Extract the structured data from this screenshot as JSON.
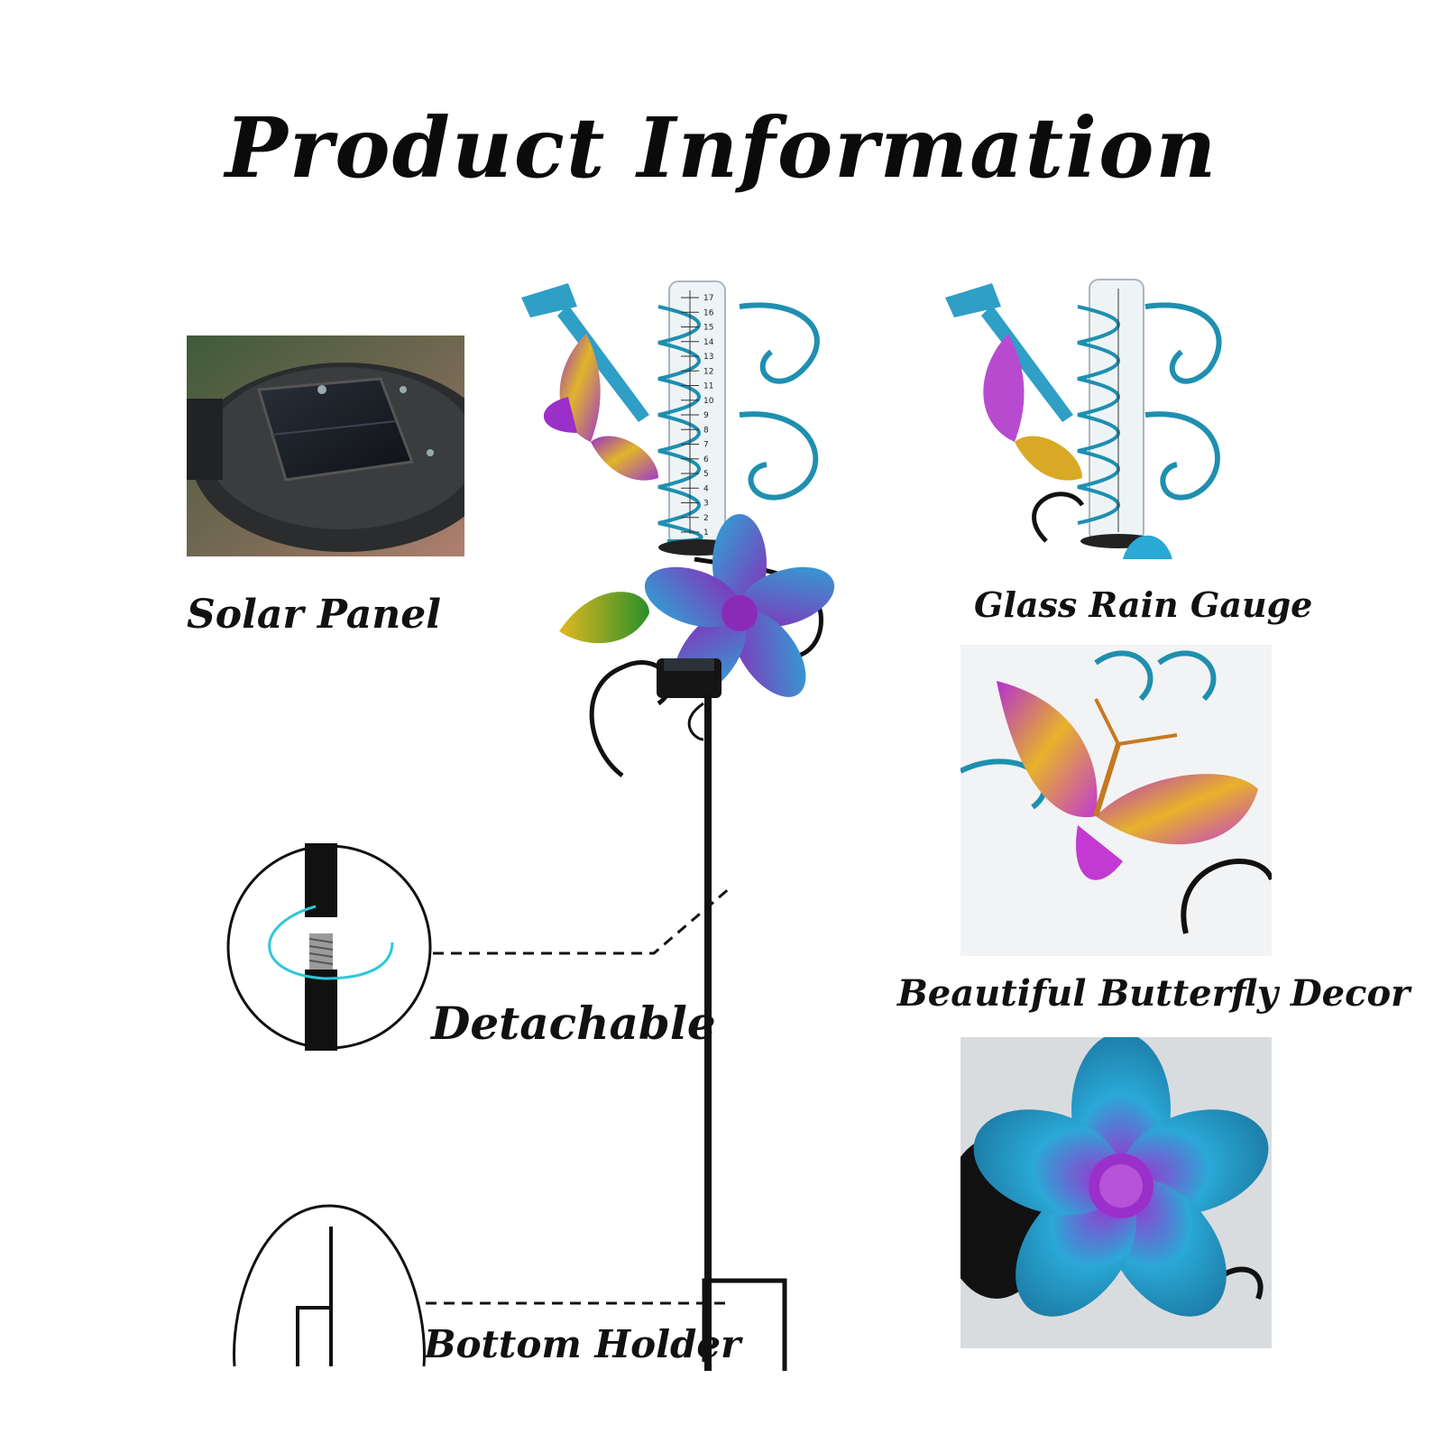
{
  "title": "Product Information",
  "labels": {
    "solar_panel": "Solar Panel",
    "glass_rain_gauge": "Glass Rain Gauge",
    "butterfly_decor": "Beautiful Butterfly Decor",
    "detachable": "Detachable",
    "bottom_holder": "Bottom Holder"
  },
  "gauge_scale": [
    "17",
    "16",
    "15",
    "14",
    "13",
    "12",
    "11",
    "10",
    "9",
    "8",
    "7",
    "6",
    "5",
    "4",
    "3",
    "2",
    "1"
  ],
  "colors": {
    "teal_metal": "#1f8fb0",
    "purple_accent": "#8a2bb8",
    "butterfly_yellow": "#d9a825",
    "leaf_green": "#3f9a2a",
    "stake_black": "#111111"
  }
}
